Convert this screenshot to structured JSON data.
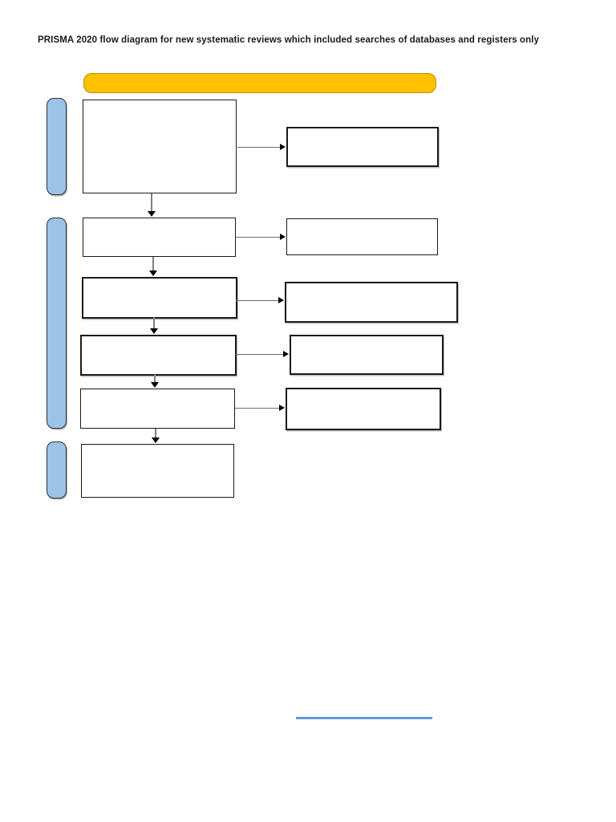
{
  "page": {
    "title": "PRISMA 2020 flow diagram for new systematic reviews which included searches of databases and registers only"
  },
  "banner": {
    "label": ""
  },
  "stage_bars": [
    {
      "id": "identification",
      "label": ""
    },
    {
      "id": "screening",
      "label": ""
    },
    {
      "id": "included",
      "label": ""
    }
  ],
  "flow_boxes": [
    {
      "id": "flow-box-1",
      "label": ""
    },
    {
      "id": "flow-box-2",
      "label": ""
    },
    {
      "id": "flow-box-3",
      "label": ""
    },
    {
      "id": "flow-box-4",
      "label": ""
    },
    {
      "id": "flow-box-5",
      "label": ""
    },
    {
      "id": "flow-box-6",
      "label": ""
    }
  ],
  "side_boxes": [
    {
      "id": "side-box-1",
      "label": ""
    },
    {
      "id": "side-box-2",
      "label": ""
    },
    {
      "id": "side-box-3",
      "label": ""
    },
    {
      "id": "side-box-4",
      "label": ""
    },
    {
      "id": "side-box-5",
      "label": ""
    }
  ],
  "link": {
    "label": ""
  },
  "colors": {
    "banner_fill": "#FFC000",
    "banner_border": "#BF8F00",
    "stage_bar_fill": "#9DC3E6",
    "stage_bar_border": "#303339",
    "flow_box_border": "#1A1A1A",
    "arrow_line": "#7F7F7F",
    "arrow_head": "#000000",
    "link_line": "#5B9BD5"
  }
}
